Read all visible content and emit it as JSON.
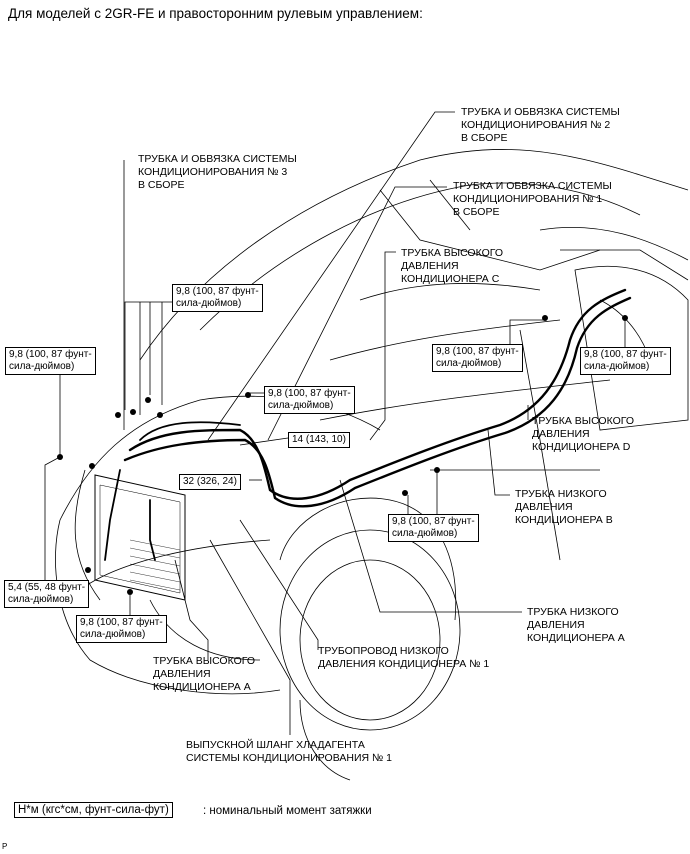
{
  "title": "Для моделей с 2GR-FE и правосторонним рулевым управлением:",
  "parts": {
    "pipe3": [
      "ТРУБКА И ОБВЯЗКА СИСТЕМЫ",
      "КОНДИЦИОНИРОВАНИЯ № 3",
      "В СБОРЕ"
    ],
    "pipe2": [
      "ТРУБКА И ОБВЯЗКА СИСТЕМЫ",
      "КОНДИЦИОНИРОВАНИЯ № 2",
      "В СБОРЕ"
    ],
    "pipe1": [
      "ТРУБКА И ОБВЯЗКА СИСТЕМЫ",
      "КОНДИЦИОНИРОВАНИЯ № 1",
      "В СБОРЕ"
    ],
    "highC": [
      "ТРУБКА ВЫСОКОГО",
      "ДАВЛЕНИЯ",
      "КОНДИЦИОНЕРА C"
    ],
    "highD": [
      "ТРУБКА ВЫСОКОГО",
      "ДАВЛЕНИЯ",
      "КОНДИЦИОНЕРА D"
    ],
    "lowB": [
      "ТРУБКА НИЗКОГО",
      "ДАВЛЕНИЯ",
      "КОНДИЦИОНЕРА B"
    ],
    "lowA": [
      "ТРУБКА НИЗКОГО",
      "ДАВЛЕНИЯ",
      "КОНДИЦИОНЕРА A"
    ],
    "lowPipe1": [
      "ТРУБОПРОВОД НИЗКОГО",
      "ДАВЛЕНИЯ КОНДИЦИОНЕРА № 1"
    ],
    "highA": [
      "ТРУБКА ВЫСОКОГО",
      "ДАВЛЕНИЯ",
      "КОНДИЦИОНЕРА A"
    ],
    "dischargeHose": [
      "ВЫПУСКНОЙ ШЛАНГ ХЛАДАГЕНТА",
      "СИСТЕМЫ КОНДИЦИОНИРОВАНИЯ № 1"
    ]
  },
  "torque": {
    "t98_line1": "9,8 (100, 87 фунт-",
    "t98_line2": "сила-дюймов)",
    "t14": "14 (143, 10)",
    "t32": "32 (326, 24)",
    "t54_line1": "5,4 (55, 48 фунт-",
    "t54_line2": "сила-дюймов)"
  },
  "legend": {
    "box": "Н*м (кгс*см, фунт-сила-фут)",
    "text": ": номинальный момент затяжки"
  },
  "corner_mark": "P"
}
